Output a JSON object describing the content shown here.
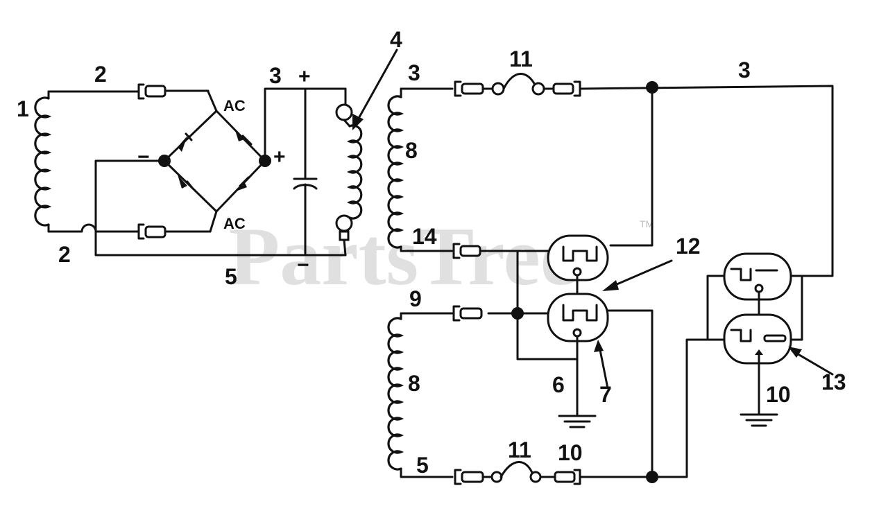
{
  "watermark": {
    "text": "PartsTree",
    "mark": "TM"
  },
  "callouts": {
    "n1": "1",
    "n2a": "2",
    "n2b": "2",
    "n3a": "3",
    "n3b": "3",
    "n3c": "3",
    "n4": "4",
    "n5a": "5",
    "n5b": "5",
    "n6": "6",
    "n7": "7",
    "n8a": "8",
    "n8b": "8",
    "n9": "9",
    "n10a": "10",
    "n10b": "10",
    "n11a": "11",
    "n11b": "11",
    "n12": "12",
    "n13": "13",
    "n14": "14"
  },
  "symbols": {
    "ac_top": "AC",
    "ac_bottom": "AC",
    "plus_cap": "+",
    "minus_cap": "−",
    "plus_bridge": "+",
    "minus_bridge": "−"
  }
}
